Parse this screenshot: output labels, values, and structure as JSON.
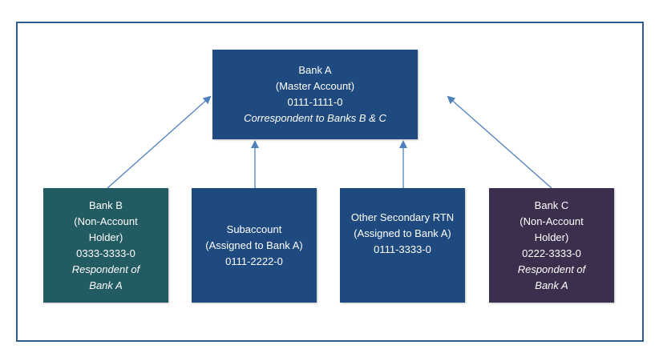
{
  "colors": {
    "master": "#1f4a7f",
    "bank_b": "#235b62",
    "bank_c": "#3c2f4e",
    "arrow": "#4f81bd",
    "frame": "#2f5b8e"
  },
  "master": {
    "name": "Bank A",
    "type": "(Master Account)",
    "rtn": "0111-1111-0",
    "role": "Correspondent to Banks B & C"
  },
  "bank_b": {
    "name": "Bank B",
    "type_line1": "(Non-Account",
    "type_line2": "Holder)",
    "rtn": "0333-3333-0",
    "role_line1": "Respondent of",
    "role_line2": "Bank A"
  },
  "subaccount": {
    "name": "Subaccount",
    "assigned": "(Assigned to Bank A)",
    "rtn": "0111-2222-0"
  },
  "other": {
    "name": "Other Secondary RTN",
    "assigned": "(Assigned to Bank A)",
    "rtn": "0111-3333-0"
  },
  "bank_c": {
    "name": "Bank C",
    "type_line1": "(Non-Account",
    "type_line2": "Holder)",
    "rtn": "0222-3333-0",
    "role_line1": "Respondent of",
    "role_line2": "Bank A"
  }
}
